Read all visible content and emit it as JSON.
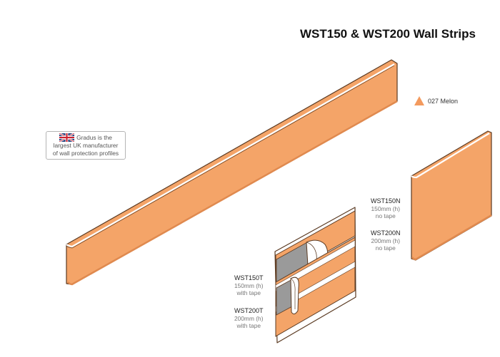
{
  "title": "WST150 & WST200 Wall Strips",
  "info": {
    "line1": "Gradus is the",
    "line2": "largest UK manufacturer",
    "line3": "of wall protection profiles",
    "flag_icon": "uk-flag-icon"
  },
  "colour": {
    "swatch_hex": "#f39a5e",
    "label": "027 Melon"
  },
  "products": {
    "wst150n": {
      "code": "WST150N",
      "size": "150mm (h)",
      "note": "no tape"
    },
    "wst200n": {
      "code": "WST200N",
      "size": "200mm (h)",
      "note": "no tape"
    },
    "wst150t": {
      "code": "WST150T",
      "size": "150mm (h)",
      "note": "with tape"
    },
    "wst200t": {
      "code": "WST200T",
      "size": "200mm (h)",
      "note": "with tape"
    }
  }
}
